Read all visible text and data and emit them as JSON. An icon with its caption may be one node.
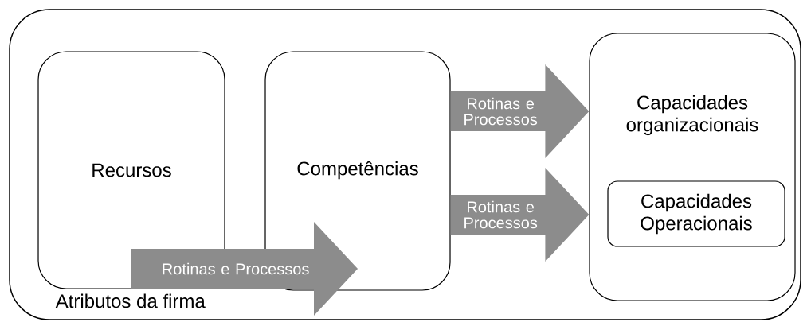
{
  "diagram": {
    "nodes": [
      {
        "text": [
          "Atributos da firma"
        ]
      },
      {
        "text": [
          "Recursos"
        ],
        "in": 0
      },
      {
        "text": [
          "Competências"
        ],
        "in": 0
      },
      {
        "text": [
          "Capacidades organizacionais"
        ],
        "in": 0
      },
      {
        "text": [
          "Capacidades Operacionais"
        ],
        "in": 3
      }
    ],
    "edges": [
      {
        "from": 1,
        "to": 2,
        "arrow": "to",
        "label": "Rotinas e Processos"
      },
      {
        "from": 2,
        "to": 3,
        "arrow": "to",
        "label": "Rotinas e Processos"
      },
      {
        "from": 2,
        "to": 3,
        "arrow": "to",
        "label": "Rotinas e Processos"
      }
    ]
  }
}
